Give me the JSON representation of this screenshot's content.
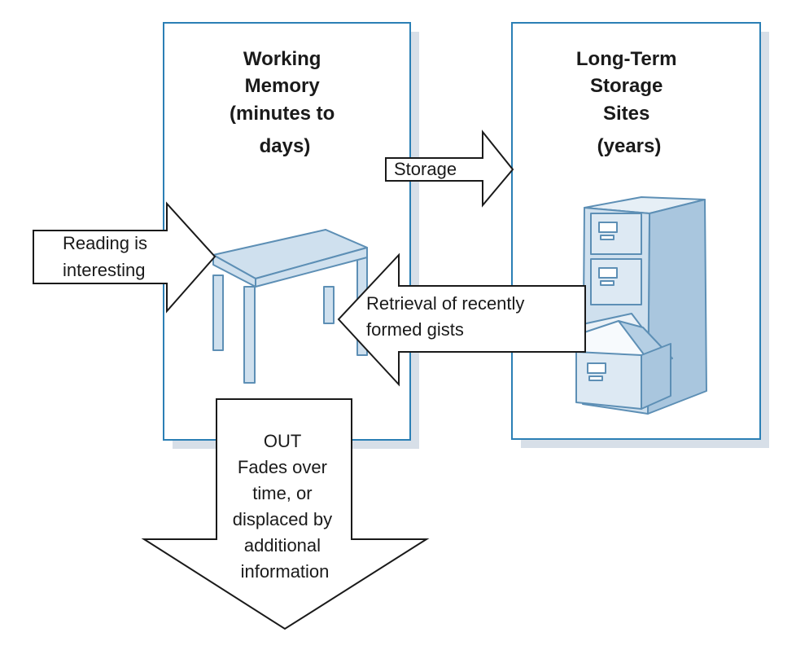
{
  "working_memory": {
    "title_lines": [
      "Working",
      "Memory",
      "(minutes to",
      "days)"
    ]
  },
  "long_term": {
    "title_lines": [
      "Long-Term",
      "Storage",
      "Sites",
      "(years)"
    ]
  },
  "arrows": {
    "storage": [
      "Storage"
    ],
    "reading": [
      "Reading is",
      "interesting"
    ],
    "retrieval": [
      "Retrieval of recently",
      "formed gists"
    ],
    "out": [
      "OUT",
      "Fades over",
      "time, or",
      "displaced by",
      "additional",
      "information"
    ]
  },
  "colors": {
    "box_border": "#2b7fb5",
    "shadow": "#d7dfe8",
    "illustration_fill": "#cfe0ee",
    "illustration_stroke": "#5d8fb5",
    "arrow_stroke": "#1a1a1a"
  }
}
